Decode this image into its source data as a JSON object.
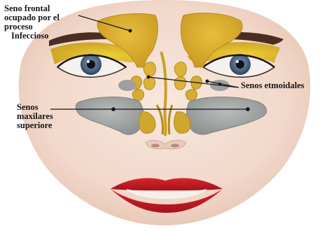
{
  "labels": {
    "frontal": {
      "line1": "Seno frontal",
      "line2": "ocupado por el",
      "line3": "proceso",
      "line4": "Infeccioso"
    },
    "etmoidales": "Senos etmoidales",
    "maxilares": {
      "line1": "Senos",
      "line2": "maxilares",
      "line3": "superiore"
    }
  },
  "colors": {
    "skin": "#f3ddd0",
    "sinus_infected": "#d9ad2f",
    "sinus_clear": "#a7aaa8",
    "eyeshadow": "#e2c22a",
    "iris": "#4f6687",
    "lips": "#c41c26",
    "brow": "#4a2e22"
  }
}
